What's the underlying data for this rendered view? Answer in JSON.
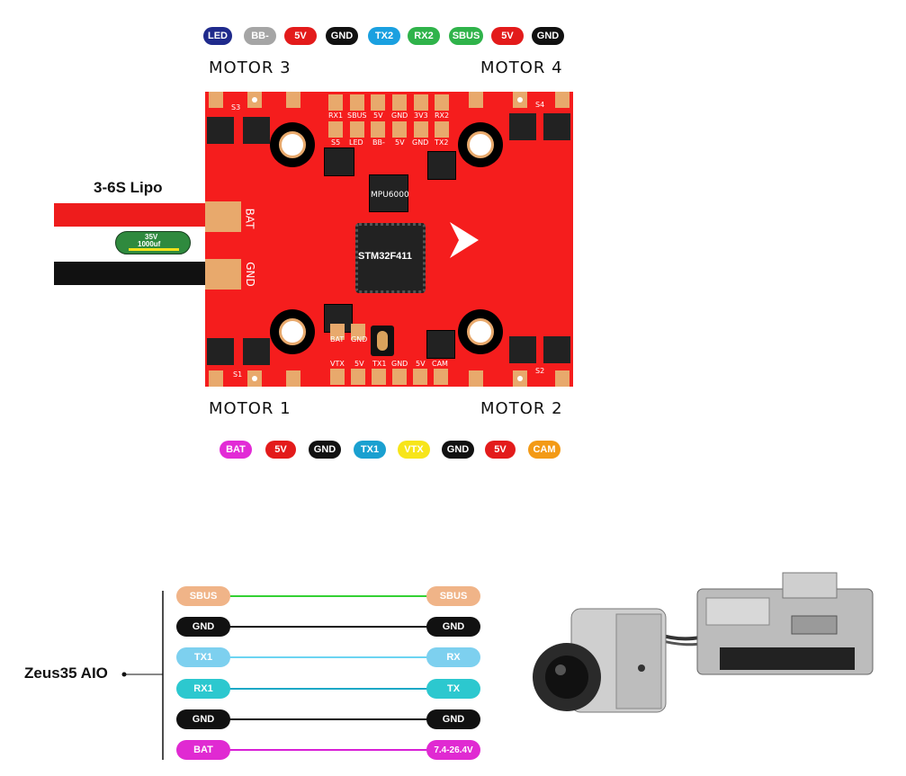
{
  "top_pins": [
    {
      "label": "LED",
      "color": "#1f2a8c"
    },
    {
      "label": "BB-",
      "color": "#a5a5a5"
    },
    {
      "label": "5V",
      "color": "#e31b1b"
    },
    {
      "label": "GND",
      "color": "#111111"
    },
    {
      "label": "TX2",
      "color": "#1aa0e0"
    },
    {
      "label": "RX2",
      "color": "#2fb34a"
    },
    {
      "label": "SBUS",
      "color": "#2fb34a"
    },
    {
      "label": "5V",
      "color": "#e31b1b"
    },
    {
      "label": "GND",
      "color": "#111111"
    }
  ],
  "bottom_pins": [
    {
      "label": "BAT",
      "color": "#e22bd6"
    },
    {
      "label": "5V",
      "color": "#e31b1b"
    },
    {
      "label": "GND",
      "color": "#111111"
    },
    {
      "label": "TX1",
      "color": "#1aa0d0"
    },
    {
      "label": "VTX",
      "color": "#f7e51a"
    },
    {
      "label": "GND",
      "color": "#111111"
    },
    {
      "label": "5V",
      "color": "#e31b1b"
    },
    {
      "label": "CAM",
      "color": "#f39a16"
    }
  ],
  "motors": {
    "m1": "MOTOR 1",
    "m2": "MOTOR 2",
    "m3": "MOTOR 3",
    "m4": "MOTOR 4"
  },
  "battery": {
    "label": "3-6S Lipo",
    "bat": "BAT",
    "gnd": "GND",
    "cap_v": "35V",
    "cap_uf": "1000uf"
  },
  "board": {
    "mcu": "STM32F411",
    "imu": "MPU6000",
    "s1": "S1",
    "s2": "S2",
    "s3": "S3",
    "s4": "S4",
    "top_row1": [
      "RX1",
      "SBUS",
      "5V",
      "GND",
      "3V3",
      "RX2"
    ],
    "top_row2": [
      "S5",
      "LED",
      "BB-",
      "5V",
      "GND",
      "TX2"
    ],
    "bottom_row1": [
      "BAT",
      "GND"
    ],
    "bottom_row2": [
      "VTX",
      "5V",
      "TX1",
      "GND",
      "5V",
      "CAM"
    ]
  },
  "wiring": {
    "aio_label": "Zeus35 AIO",
    "left": [
      {
        "label": "SBUS",
        "color": "#f0b488"
      },
      {
        "label": "GND",
        "color": "#111111"
      },
      {
        "label": "TX1",
        "color": "#7dd0ef"
      },
      {
        "label": "RX1",
        "color": "#2cc8cf"
      },
      {
        "label": "GND",
        "color": "#111111"
      },
      {
        "label": "BAT",
        "color": "#e02ad2"
      }
    ],
    "right": [
      {
        "label": "SBUS",
        "color": "#f0b488"
      },
      {
        "label": "GND",
        "color": "#111111"
      },
      {
        "label": "RX",
        "color": "#7dd0ef"
      },
      {
        "label": "TX",
        "color": "#2cc8cf"
      },
      {
        "label": "GND",
        "color": "#111111"
      },
      {
        "label": "7.4-26.4V",
        "color": "#e02ad2"
      }
    ],
    "line_colors": [
      "#33d133",
      "#111111",
      "#6cd4f2",
      "#1aa8c6",
      "#111111",
      "#d81fd6"
    ]
  }
}
